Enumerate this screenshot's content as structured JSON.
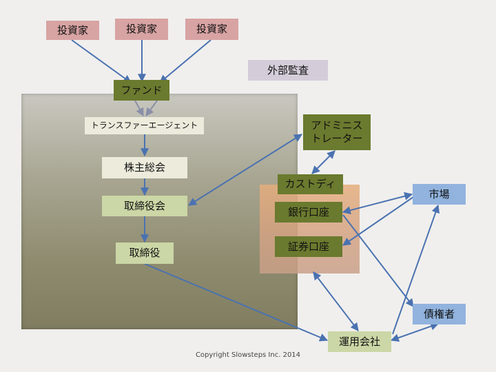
{
  "investors": [
    "投資家",
    "投資家",
    "投資家"
  ],
  "external_audit": "外部監査",
  "fund": "ファンド",
  "transfer_agent": "トランスファーエージェント",
  "shareholders_meeting": "株主総会",
  "board_of_directors": "取締役会",
  "director": "取締役",
  "administrator": "アドミニス\nトレーター",
  "custody": "カストディ",
  "bank_account": "銀行口座",
  "securities_account": "証券口座",
  "market": "市場",
  "creditor": "債権者",
  "management_company": "運用会社",
  "copyright": "Copyright Slowsteps Inc. 2014",
  "colors": {
    "arrow": "#4a72b0",
    "investor": "#d8a3a3",
    "olive": "#6a7a2e",
    "light_green": "#cbd7a6",
    "blue": "#91b3de"
  }
}
